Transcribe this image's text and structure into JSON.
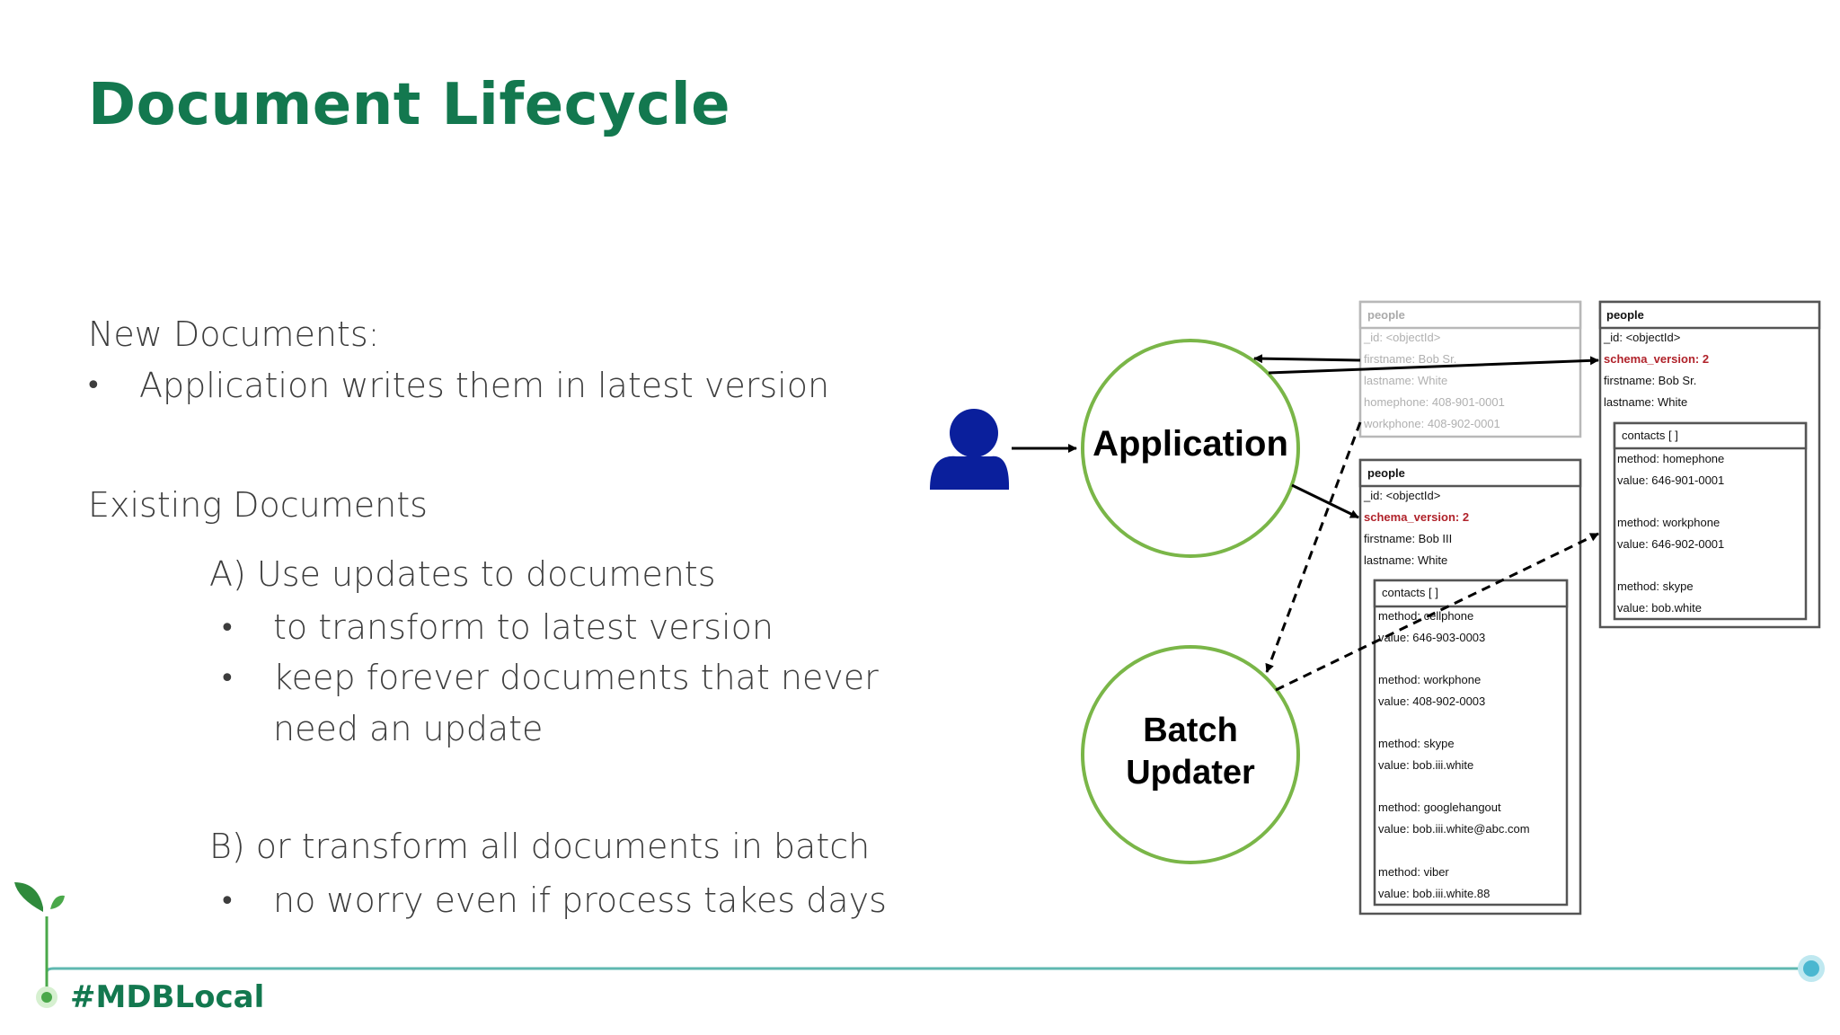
{
  "slide": {
    "title": "Document Lifecycle",
    "hashtag": "#MDBLocal"
  },
  "content": {
    "new_heading": "New Documents:",
    "new_bullet": "Application writes them in latest version",
    "existing_heading": "Existing Documents",
    "option_a": "A) Use updates to documents",
    "option_a_bullets": [
      "to transform to latest version",
      "keep forever documents that never",
      "need an update"
    ],
    "option_b": "B) or transform all documents in batch",
    "option_b_bullets": [
      "no worry even if process takes days"
    ]
  },
  "diagram": {
    "application_label": "Application",
    "batch_label_1": "Batch",
    "batch_label_2": "Updater",
    "doc_old": {
      "header": "people",
      "fields": [
        "_id: <objectId>",
        "firstname: Bob Sr.",
        "lastname: White",
        "homephone: 408-901-0001",
        "workphone: 408-902-0001"
      ]
    },
    "doc_mid": {
      "header": "people",
      "fields": [
        "_id: <objectId>",
        "schema_version: 2",
        "firstname: Bob III",
        "lastname: White"
      ],
      "contacts_header": "contacts [ ]",
      "contacts": [
        "method: cellphone",
        "value: 646-903-0003",
        "method: workphone",
        "value: 408-902-0003",
        "method: skype",
        "value: bob.iii.white",
        "method: googlehangout",
        "value: bob.iii.white@abc.com",
        "method: viber",
        "value: bob.iii.white.88"
      ]
    },
    "doc_new": {
      "header": "people",
      "fields": [
        "_id: <objectId>",
        "schema_version: 2",
        "firstname: Bob Sr.",
        "lastname: White"
      ],
      "contacts_header": "contacts [ ]",
      "contacts": [
        "method: homephone",
        "value: 646-901-0001",
        "method: workphone",
        "value: 646-902-0001",
        "method: skype",
        "value: bob.white"
      ]
    },
    "colors": {
      "brand_green": "#13784f",
      "circle_green": "#7ab648",
      "user_blue": "#0a1f9c",
      "schema_red": "#b0222a",
      "line_teal": "#5fb8b0"
    }
  }
}
